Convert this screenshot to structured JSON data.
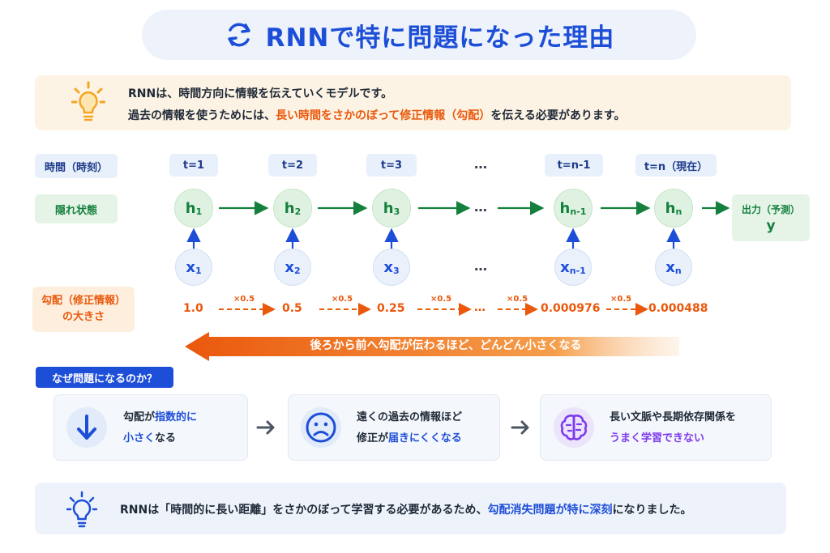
{
  "title": "RNNで特に問題になった理由",
  "intro": {
    "line1": "RNNは、時間方向に情報を伝えていくモデルです。",
    "line2_before": "過去の情報を使うためには、",
    "line2_highlight": "長い時間をさかのぼって修正情報（勾配）",
    "line2_after": "を伝える必要があります。"
  },
  "row_labels": {
    "time": "時間（時刻）",
    "hidden": "隠れ状態",
    "gradient_line1": "勾配（修正情報）",
    "gradient_line2": "の大きさ"
  },
  "time_steps": [
    "t=1",
    "t=2",
    "t=3",
    "…",
    "t=n-1",
    "t=n（現在）"
  ],
  "hidden_nodes": [
    {
      "base": "h",
      "sub": "1"
    },
    {
      "base": "h",
      "sub": "2"
    },
    {
      "base": "h",
      "sub": "3"
    },
    {
      "base": "h",
      "sub": "n-1"
    },
    {
      "base": "h",
      "sub": "n"
    }
  ],
  "input_nodes": [
    {
      "base": "x",
      "sub": "1"
    },
    {
      "base": "x",
      "sub": "2"
    },
    {
      "base": "x",
      "sub": "3"
    },
    {
      "base": "x",
      "sub": "n-1"
    },
    {
      "base": "x",
      "sub": "n"
    }
  ],
  "ellipsis": "…",
  "output": {
    "label": "出力（予測）",
    "value": "y"
  },
  "gradients": {
    "values": [
      "1.0",
      "0.5",
      "0.25",
      "…",
      "0.000976",
      "0.000488"
    ],
    "multiplier": "×0.5"
  },
  "backprop_banner": "後ろから前へ勾配が伝わるほど、どんどん小さくなる",
  "why_label": "なぜ問題になるのか？",
  "cards": [
    {
      "icon": "down-arrow-icon",
      "l1_a": "勾配が",
      "l1_b": "指数的に",
      "l2_a": "小さく",
      "l2_b": "なる"
    },
    {
      "icon": "sad-face-icon",
      "l1": "遠くの過去の情報ほど",
      "l2_a": "修正が",
      "l2_b": "届きにくくなる"
    },
    {
      "icon": "brain-icon",
      "l1": "長い文脈や長期依存関係を",
      "l2": "うまく学習できない"
    }
  ],
  "footer": {
    "before": "RNNは「時間的に長い距離」をさかのぼって学習する必要があるため、",
    "highlight": "勾配消失問題が特に深刻",
    "after": "になりました。"
  },
  "colors": {
    "primary_blue": "#1d4ed8",
    "green": "#15803d",
    "orange": "#ea580c",
    "purple": "#7c3aed"
  }
}
